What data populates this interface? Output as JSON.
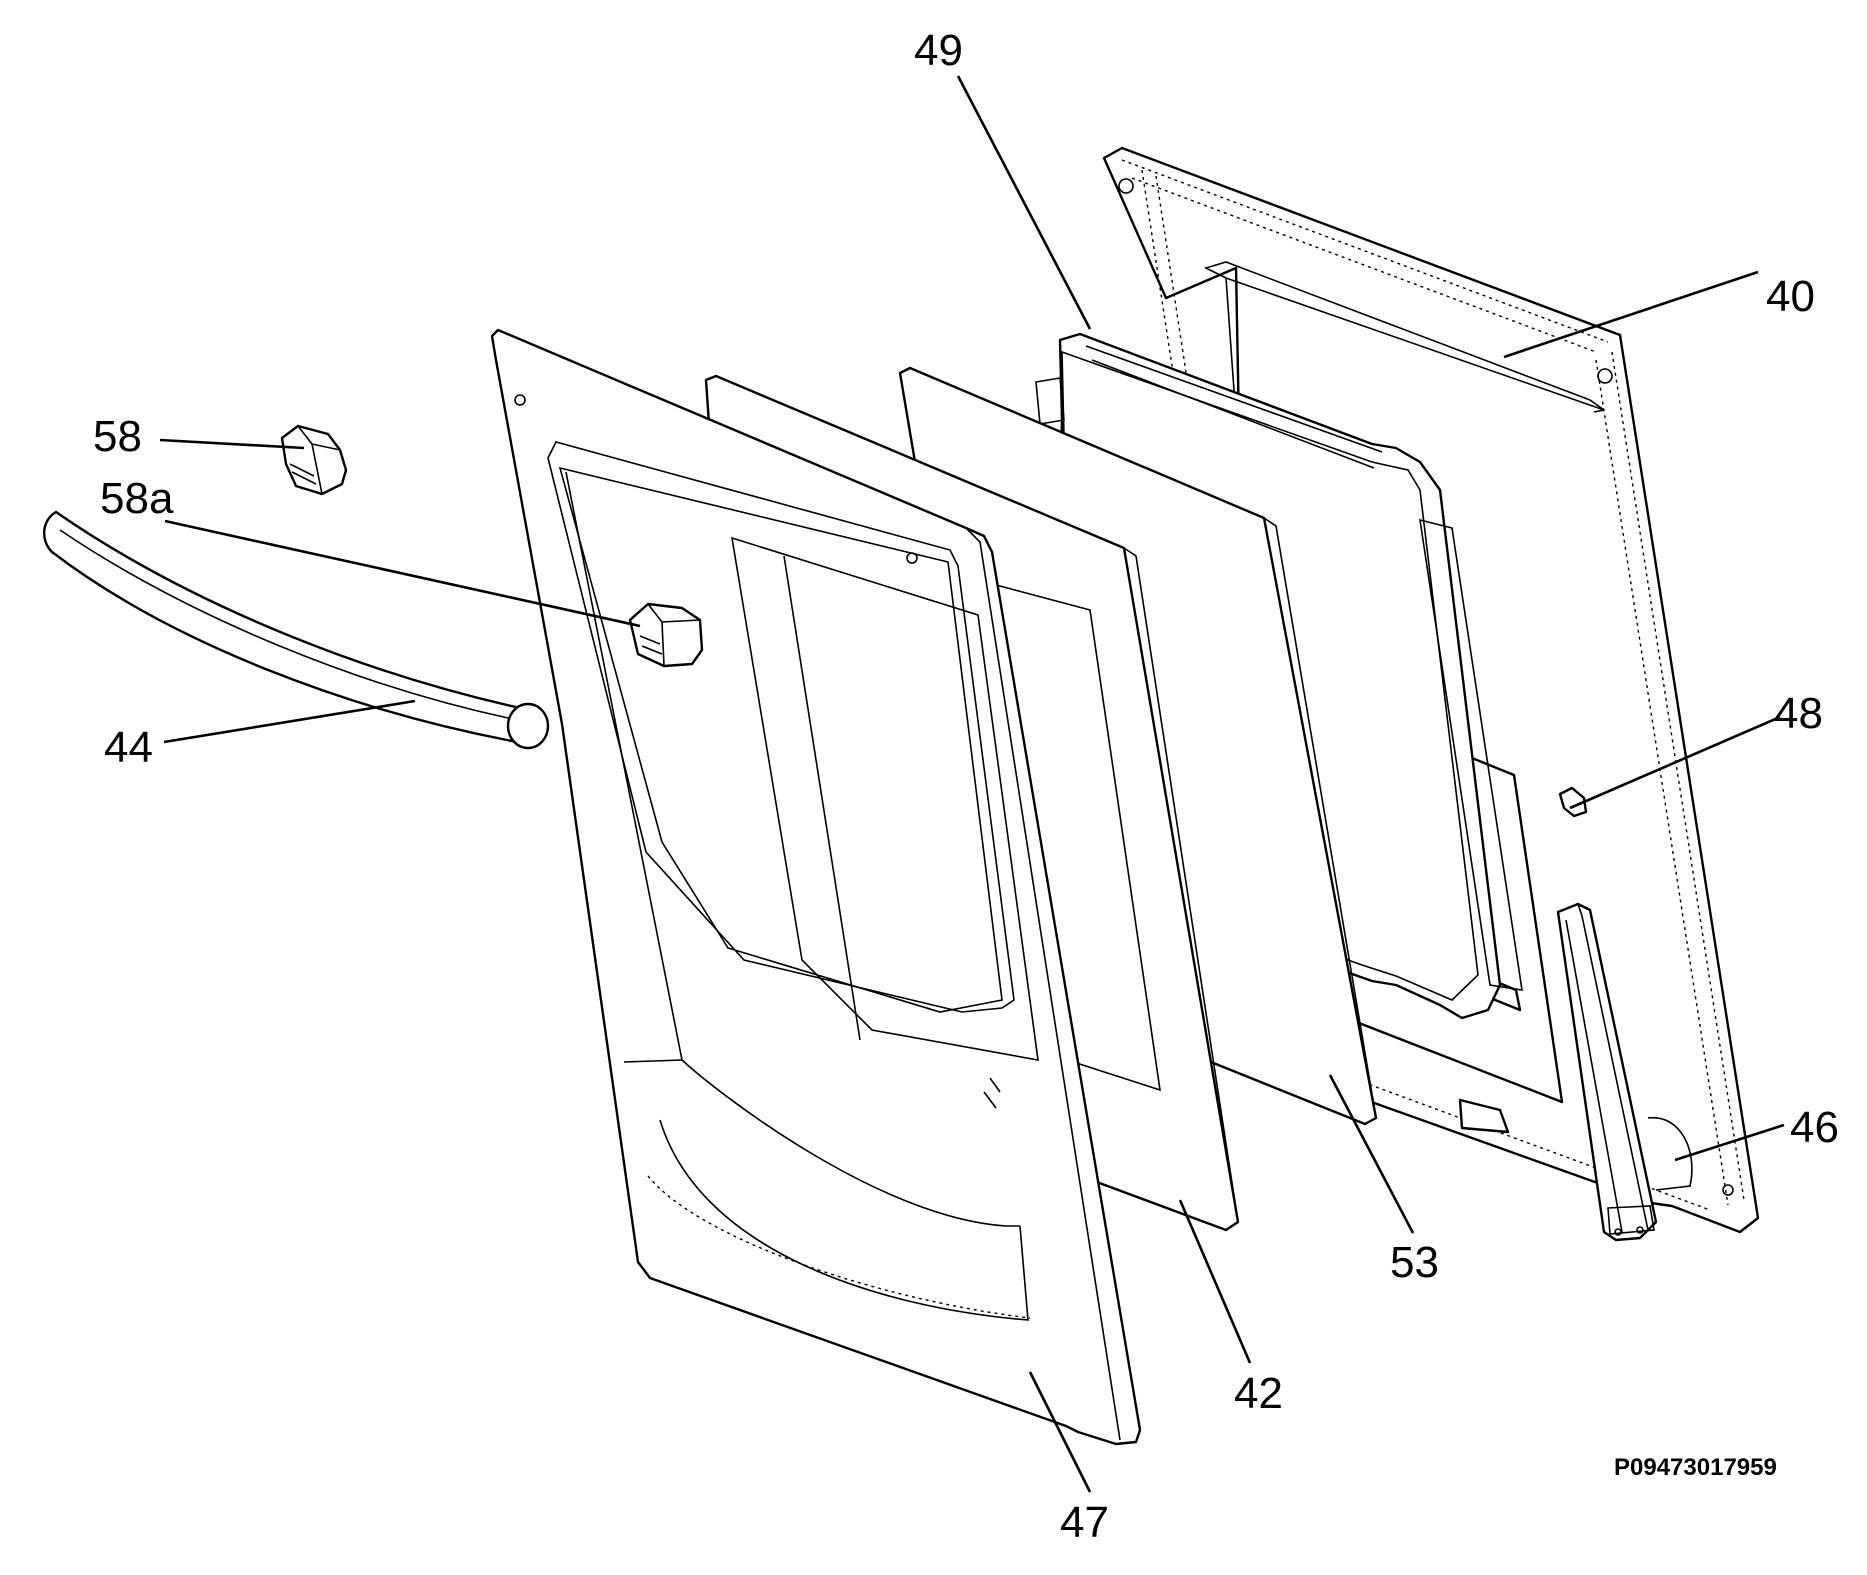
{
  "drawing_code": "P09473017959",
  "callouts": {
    "c40": "40",
    "c42": "42",
    "c44": "44",
    "c46": "46",
    "c47": "47",
    "c48": "48",
    "c49": "49",
    "c53": "53",
    "c58": "58",
    "c58a": "58a"
  }
}
